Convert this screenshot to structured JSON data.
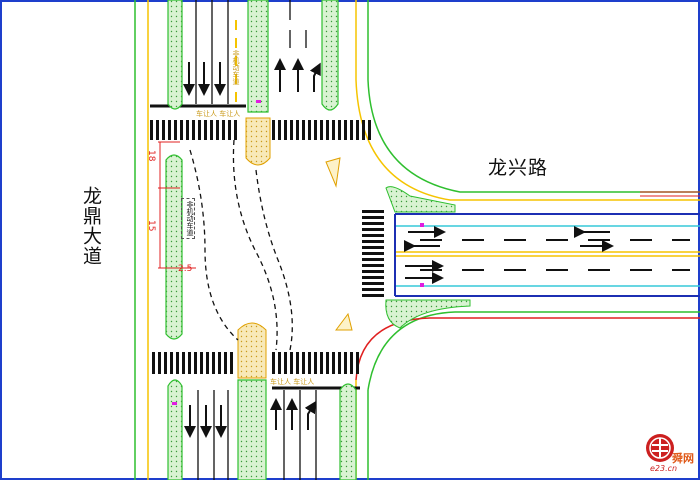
{
  "roads": {
    "main_road": "龙鼎大道",
    "side_road": "龙兴路"
  },
  "markings": {
    "island_text_left": "非机动车道",
    "median_text": "非机动车道",
    "yield_text_top": "车让人 车让人",
    "yield_text_bottom": "车让人 车让人"
  },
  "dimensions": {
    "dim_18": "18",
    "dim_15": "15",
    "dim_2_5": "2.5"
  },
  "watermark": {
    "domain": "e23.cn",
    "mark": "舜网"
  },
  "colors": {
    "curb": "#2fbf2f",
    "island_fill": "#d7f5cf",
    "yellow_line": "#f5c400",
    "lane_white": "#111111",
    "cyan_line": "#36c9d9",
    "blue_line": "#1c2fb3",
    "red_line": "#e02020",
    "border": "#1e3fcc",
    "magenta": "#e01ee0"
  }
}
